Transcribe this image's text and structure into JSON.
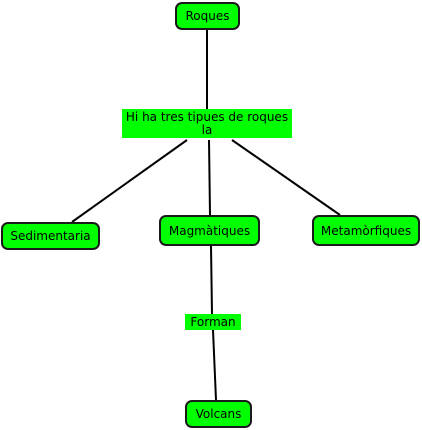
{
  "nodes": {
    "roques": "Roques",
    "sedimentaria": "Sedimentaria",
    "magmatiques": "Magmàtiques",
    "metamorfiques": "Metamòrfiques",
    "volcans": "Volcans"
  },
  "links": {
    "tres_tipus": "Hi ha tres tipues de roques la",
    "forman": "Forman"
  },
  "colors": {
    "node_fill": "#00ff00",
    "edge": "#000000"
  }
}
